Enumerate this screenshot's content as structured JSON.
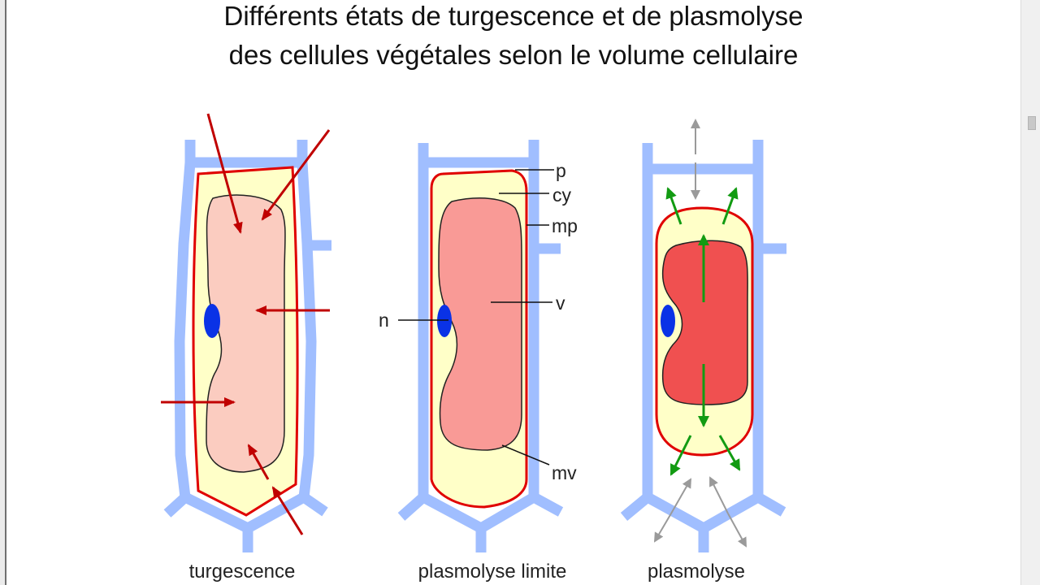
{
  "title": {
    "line1": "Différents états de turgescence et de plasmolyse",
    "line2": "des cellules végétales selon le volume cellulaire"
  },
  "labels": {
    "p": "p",
    "cy": "cy",
    "mp": "mp",
    "v": "v",
    "n": "n",
    "mv": "mv"
  },
  "captions": {
    "turgescence": "turgescence",
    "plasmolyse_limite": "plasmolyse limite",
    "plasmolyse": "plasmolyse"
  },
  "colors": {
    "wall": "#a0beff",
    "membrane": "#e00000",
    "cytoplasm": "#ffffc8",
    "vacuole_turgid": "#fbccc0",
    "vacuole_limit": "#f99a96",
    "vacuole_plasmolysed": "#f05050",
    "nucleus": "#0a32e6",
    "arrow_in": "#c00000",
    "arrow_out": "#129b12",
    "arrow_grey": "#9a9a9a"
  }
}
